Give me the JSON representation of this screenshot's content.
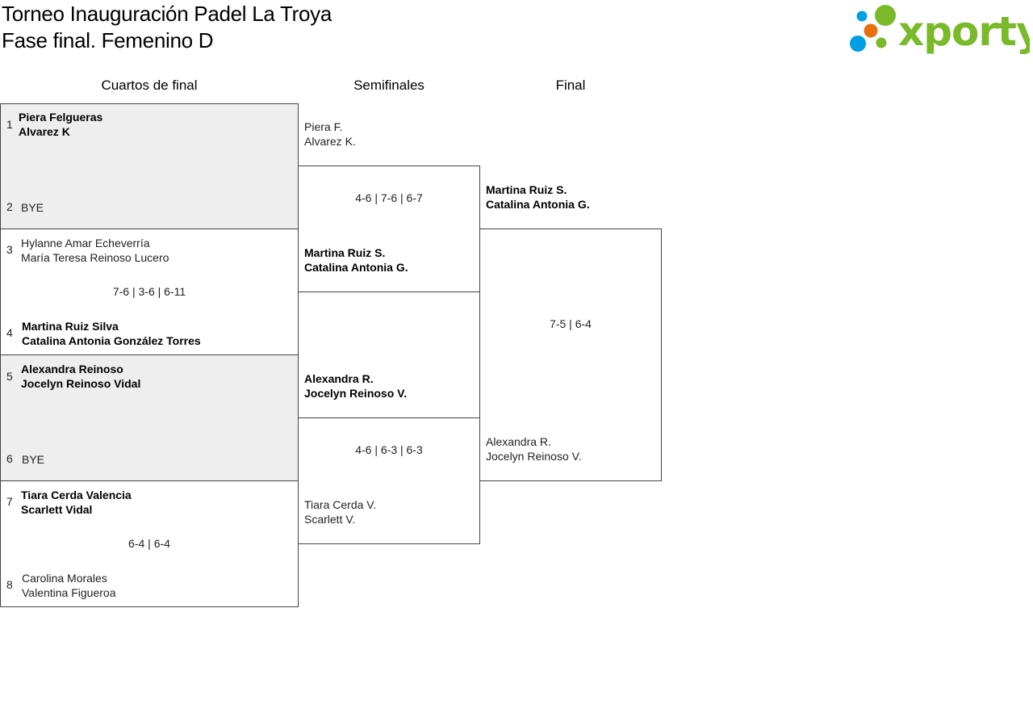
{
  "header": {
    "title_line1": "Torneo Inauguración Padel La Troya",
    "title_line2": "Fase final. Femenino D",
    "logo_text": "xporty"
  },
  "columns": {
    "qf": "Cuartos de final",
    "sf": "Semifinales",
    "final": "Final"
  },
  "quarterfinals": [
    {
      "top": {
        "seed": "1",
        "p1": "Piera Felgueras",
        "p2": "Alvarez K"
      },
      "bottom": {
        "seed": "2",
        "p1": "BYE"
      },
      "score": ""
    },
    {
      "top": {
        "seed": "3",
        "p1": "Hylanne Amar Echeverría",
        "p2": "María Teresa Reinoso Lucero"
      },
      "bottom": {
        "seed": "4",
        "p1": "Martina Ruiz Silva",
        "p2": "Catalina Antonia González Torres"
      },
      "score": "7-6 | 3-6 | 6-11"
    },
    {
      "top": {
        "seed": "5",
        "p1": "Alexandra Reinoso",
        "p2": "Jocelyn Reinoso Vidal"
      },
      "bottom": {
        "seed": "6",
        "p1": "BYE"
      },
      "score": ""
    },
    {
      "top": {
        "seed": "7",
        "p1": "Tiara Cerda Valencia",
        "p2": "Scarlett Vidal"
      },
      "bottom": {
        "seed": "8",
        "p1": "Carolina Morales",
        "p2": "Valentina Figueroa"
      },
      "score": "6-4 | 6-4"
    }
  ],
  "semifinals": [
    {
      "top": {
        "p1": "Piera F.",
        "p2": "Alvarez K."
      },
      "bottom": {
        "p1": "Martina Ruiz S.",
        "p2": "Catalina Antonia G."
      },
      "score": "4-6 | 7-6 | 6-7"
    },
    {
      "top": {
        "p1": "Alexandra R.",
        "p2": "Jocelyn Reinoso V."
      },
      "bottom": {
        "p1": "Tiara Cerda V.",
        "p2": "Scarlett V."
      },
      "score": "4-6 | 6-3 | 6-3"
    }
  ],
  "final": {
    "top": {
      "p1": "Martina Ruiz S.",
      "p2": "Catalina Antonia G."
    },
    "bottom": {
      "p1": "Alexandra R.",
      "p2": "Jocelyn Reinoso V."
    },
    "score": "7-5 | 6-4"
  }
}
